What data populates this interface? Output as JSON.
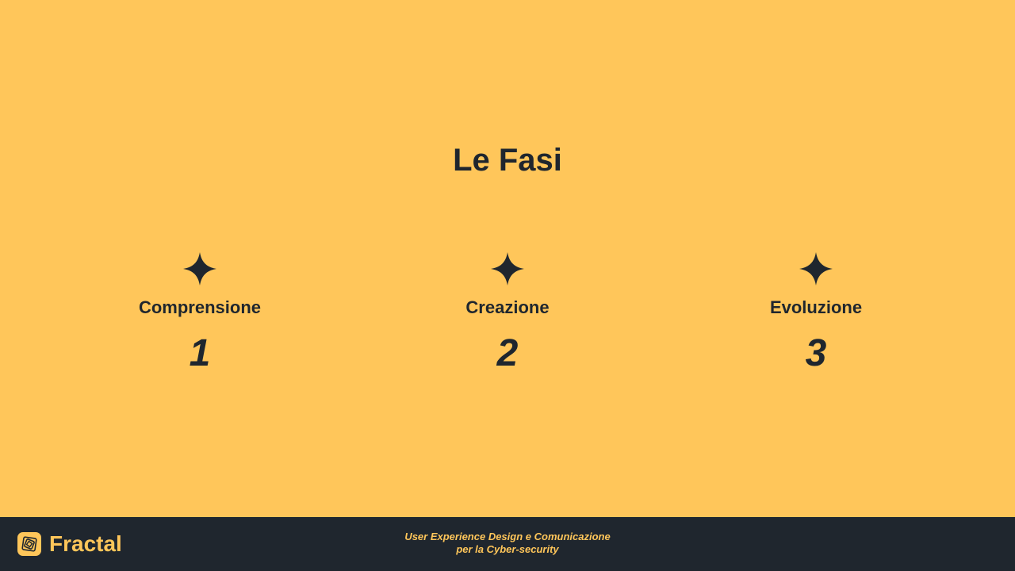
{
  "slide": {
    "title": "Le Fasi",
    "phases": [
      {
        "icon": "sparkle-star-icon",
        "label": "Comprensione",
        "number": "1"
      },
      {
        "icon": "sparkle-star-icon",
        "label": "Creazione",
        "number": "2"
      },
      {
        "icon": "sparkle-star-icon",
        "label": "Evoluzione",
        "number": "3"
      }
    ]
  },
  "footer": {
    "logo_icon": "fractal-logo-icon",
    "brand": "Fractal",
    "caption_line1": "User Experience Design e Comunicazione",
    "caption_line2": "per la Cyber-security"
  },
  "colors": {
    "background": "#FFC65A",
    "text": "#1F262E",
    "footer": "#1F262E",
    "accent": "#FFC65A"
  }
}
